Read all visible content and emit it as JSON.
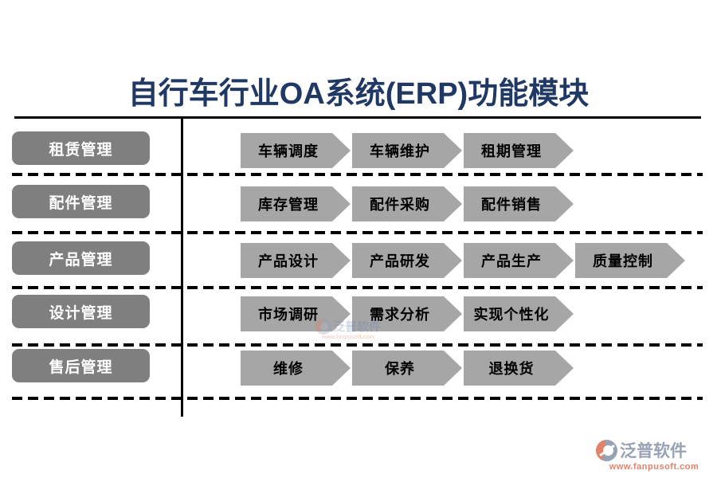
{
  "title": "自行车行业OA系统(ERP)功能模块",
  "rows": [
    {
      "module": "租赁管理",
      "steps": [
        "车辆调度",
        "车辆维护",
        "租期管理"
      ]
    },
    {
      "module": "配件管理",
      "steps": [
        "库存管理",
        "配件采购",
        "配件销售"
      ]
    },
    {
      "module": "产品管理",
      "steps": [
        "产品设计",
        "产品研发",
        "产品生产",
        "质量控制"
      ]
    },
    {
      "module": "设计管理",
      "steps": [
        "市场调研",
        "需求分析",
        "实现个性化"
      ]
    },
    {
      "module": "售后管理",
      "steps": [
        "维修",
        "保养",
        "退换货"
      ]
    }
  ],
  "footer": {
    "brand": "泛普软件",
    "url": "www.fanpusoft.com"
  },
  "watermark": {
    "brand": "泛普软件",
    "url": "www.fanpusoft.com"
  },
  "colors": {
    "title": "#1F3864",
    "module_button": "#7F7F7F",
    "arrow": "#A6A6A6",
    "line": "#000000",
    "brand_gray": "#98A2B5",
    "brand_orange": "#E2826A"
  }
}
